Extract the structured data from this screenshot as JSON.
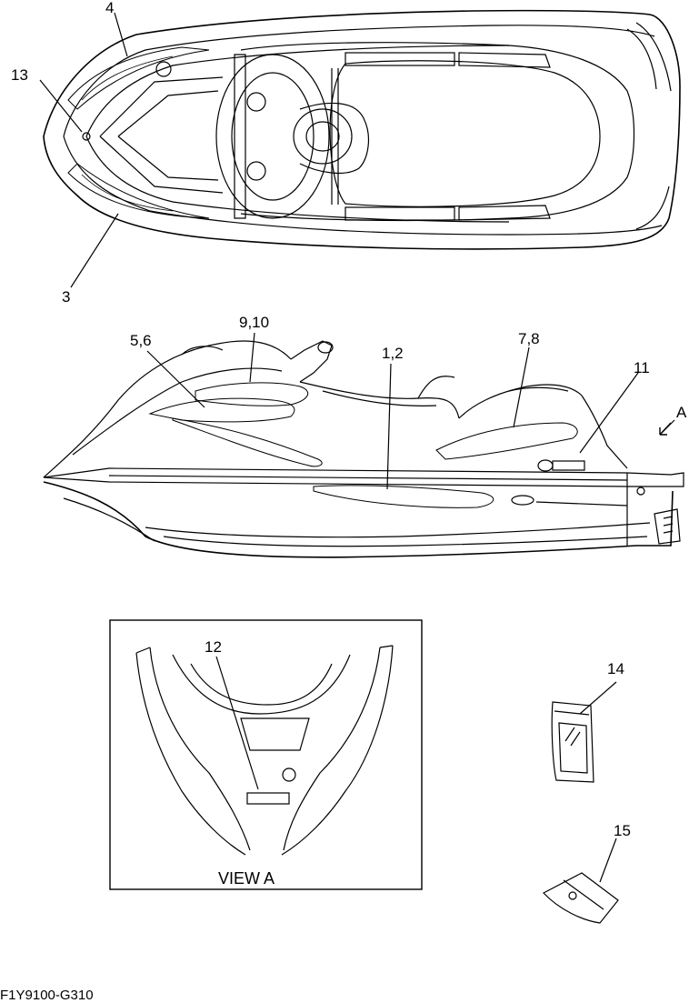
{
  "callouts": {
    "c1_2": "1,2",
    "c3": "3",
    "c4": "4",
    "c5_6": "5,6",
    "c7_8": "7,8",
    "c9_10": "9,10",
    "c11": "11",
    "c12": "12",
    "c13": "13",
    "c14": "14",
    "c15": "15"
  },
  "view_label": "VIEW A",
  "view_arrow_label": "A",
  "drawing_code": "F1Y9100-G310"
}
